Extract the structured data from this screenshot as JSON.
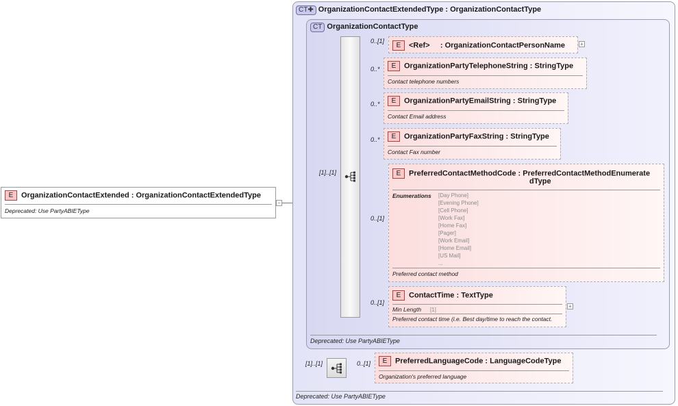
{
  "root": {
    "badge": "E",
    "name": "OrganizationContactExtended",
    "type": "OrganizationContactExtendedType",
    "doc": "Deprecated: Use PartyABIEType"
  },
  "outer_ct": {
    "badge": "CT",
    "name": "OrganizationContactExtendedType",
    "base": "OrganizationContactType",
    "doc": "Deprecated: Use PartyABIEType"
  },
  "inner_ct": {
    "badge": "CT",
    "name": "OrganizationContactType",
    "doc": "Deprecated: Use PartyABIEType"
  },
  "main_sequence_cardinality": "[1]..[1]",
  "small_sequence_cardinality": "[1]..[1]",
  "elements": {
    "person_name": {
      "badge": "E",
      "ref": "<Ref>",
      "type": "OrganizationContactPersonName",
      "card": "0..[1]"
    },
    "telephone": {
      "badge": "E",
      "name": "OrganizationPartyTelephoneString",
      "type": "StringType",
      "doc": "Contact telephone numbers",
      "card": "0..*"
    },
    "email": {
      "badge": "E",
      "name": "OrganizationPartyEmailString",
      "type": "StringType",
      "doc": "Contact Email address",
      "card": "0..*"
    },
    "fax": {
      "badge": "E",
      "name": "OrganizationPartyFaxString",
      "type": "StringType",
      "doc": "Contact Fax number",
      "card": "0..*"
    },
    "method": {
      "badge": "E",
      "name": "PreferredContactMethodCode",
      "type_line1": "PreferredContactMethodEnumerate",
      "type_line2": "dType",
      "enum_label": "Enumerations",
      "enums": [
        "[Day Phone]",
        "[Evening Phone]",
        "[Cell Phone]",
        "[Work Fax]",
        "[Home Fax]",
        "[Pager]",
        "[Work Email]",
        "[Home Email]",
        "[US Mail]",
        "..."
      ],
      "doc": "Preferred contact method",
      "card": "0..[1]"
    },
    "time": {
      "badge": "E",
      "name": "ContactTime",
      "type": "TextType",
      "facet_label": "Min Length",
      "facet_value": "[1]",
      "doc": "Preferred contact time (i.e. Best day/time to reach the contact.",
      "card": "0..[1]"
    },
    "language": {
      "badge": "E",
      "name": "PreferredLanguageCode",
      "type": "LanguageCodeType",
      "doc": "Organization's preferred language",
      "card": "0..[1]"
    }
  }
}
